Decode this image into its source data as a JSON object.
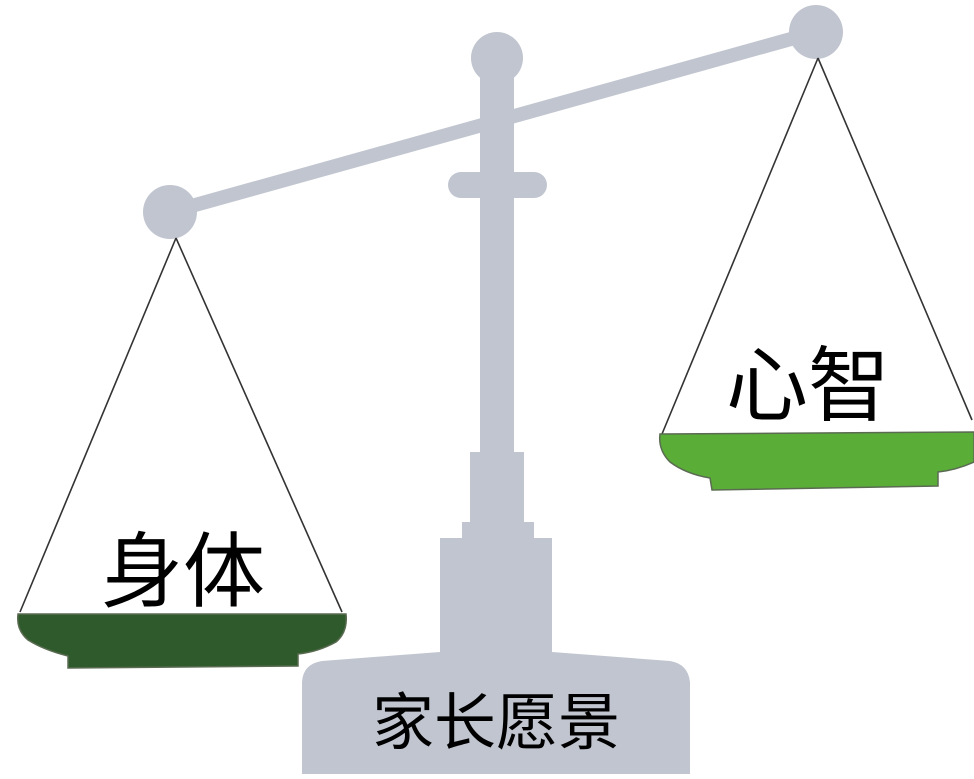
{
  "labels": {
    "left_pan": "身体",
    "right_pan": "心智",
    "base": "家长愿景"
  },
  "colors": {
    "scale_gray": "#c0c5cf",
    "left_pan_fill": "#2f5a2c",
    "right_pan_fill": "#5aae38",
    "pan_edge": "#5a6b52",
    "string": "#333333",
    "text": "#000000",
    "background": "#ffffff"
  }
}
